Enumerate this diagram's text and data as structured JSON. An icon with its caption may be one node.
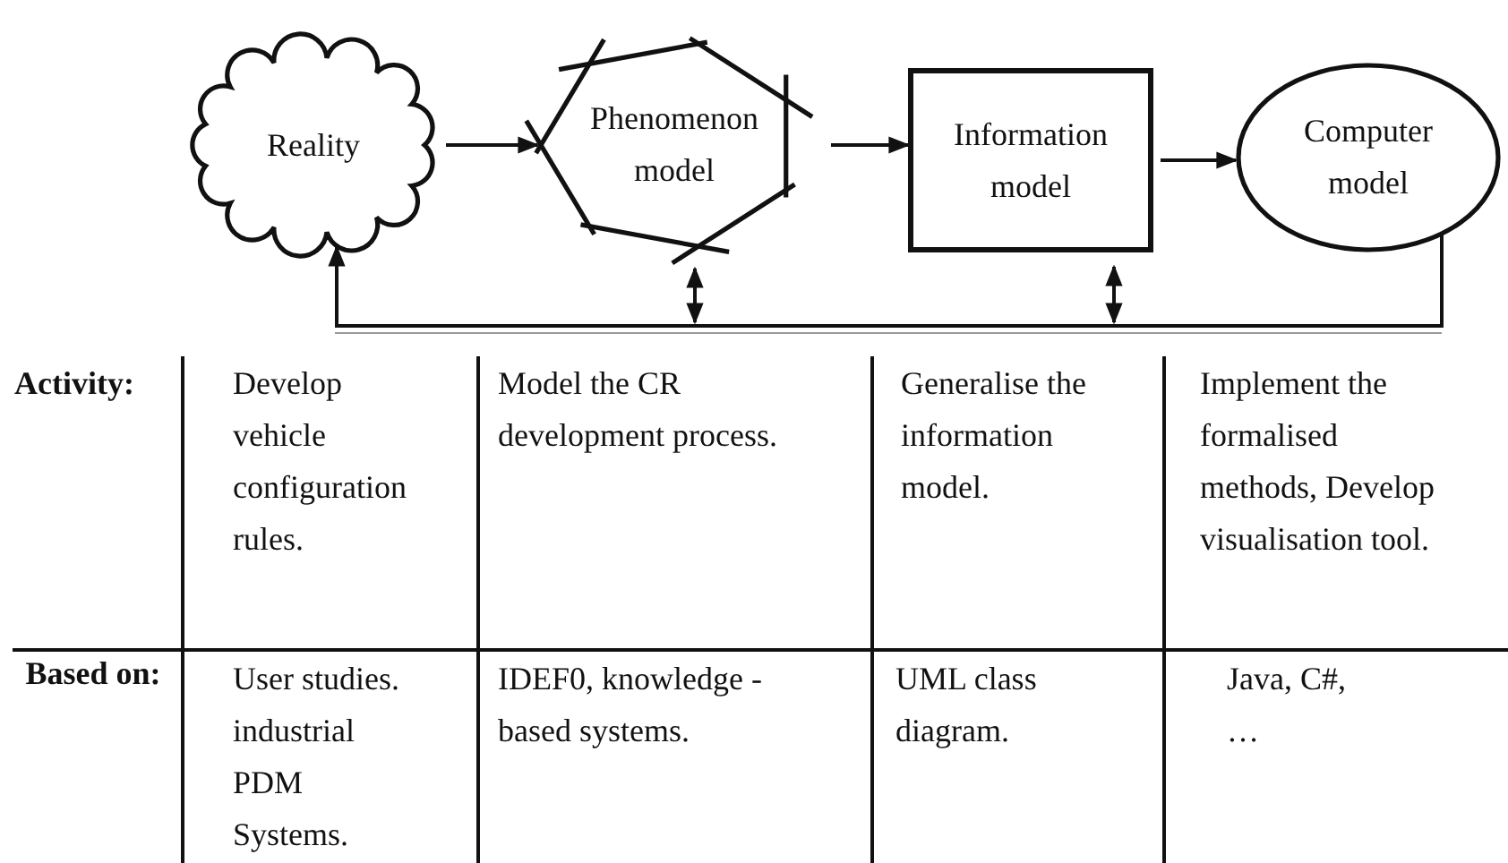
{
  "diagram": {
    "nodes": [
      {
        "text": [
          "Reality"
        ]
      },
      {
        "text": [
          "Phenomenon model"
        ]
      },
      {
        "text": [
          "Information model"
        ]
      },
      {
        "text": [
          "Computer model"
        ]
      }
    ],
    "edges": [
      {
        "from": 0,
        "to": 1,
        "arrow": "to"
      },
      {
        "from": 1,
        "to": 2,
        "arrow": "to"
      },
      {
        "from": 2,
        "to": 3,
        "arrow": "to"
      },
      {
        "from": 3,
        "to": 0,
        "arrow": "to"
      },
      {
        "from": 1,
        "to": null,
        "arrow": "both"
      },
      {
        "from": 2,
        "to": null,
        "arrow": "both"
      }
    ],
    "labels": [
      "Activity:",
      "Develop vehicle configuration rules.",
      "Model the CR development process.",
      "Generalise the information model.",
      "Implement the formalised methods, Develop visualisation tool.",
      "Based on:",
      "User studies. industrial PDM Systems.",
      "IDEF0, knowledge - based systems.",
      "UML class diagram.",
      "Java, C#, …"
    ]
  }
}
